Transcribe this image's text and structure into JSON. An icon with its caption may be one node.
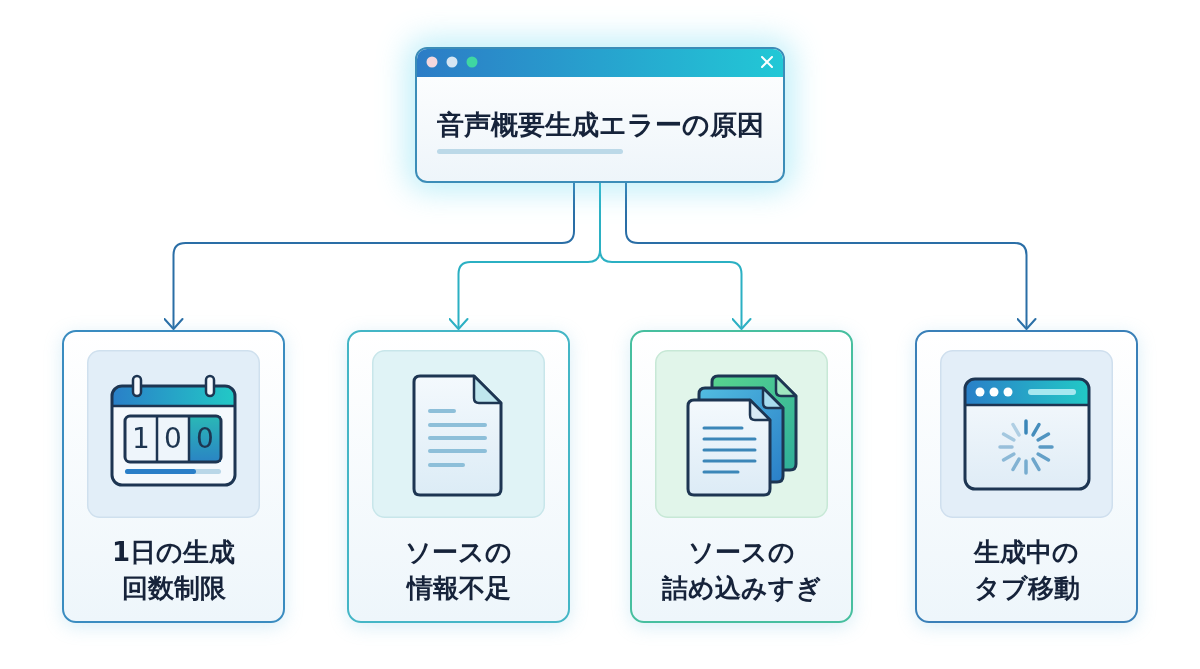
{
  "diagram": {
    "nodes": [
      {
        "text": [
          "音声概要生成エラーの原因"
        ]
      },
      {
        "text": [
          "1日の生成回数制限"
        ]
      },
      {
        "text": [
          "ソースの情報不足"
        ]
      },
      {
        "text": [
          "ソースの詰め込みすぎ"
        ]
      },
      {
        "text": [
          "生成中のタブ移動"
        ]
      }
    ],
    "edges": [
      {
        "from": 0,
        "to": 1,
        "arrow": "to",
        "color": "#2a6ea6"
      },
      {
        "from": 0,
        "to": 2,
        "arrow": "to",
        "color": "#2bb0c3"
      },
      {
        "from": 0,
        "to": 3,
        "arrow": "to",
        "color": "#2bb0c3"
      },
      {
        "from": 0,
        "to": 4,
        "arrow": "to",
        "color": "#2a6ea6"
      }
    ],
    "labels": [
      "100"
    ]
  }
}
